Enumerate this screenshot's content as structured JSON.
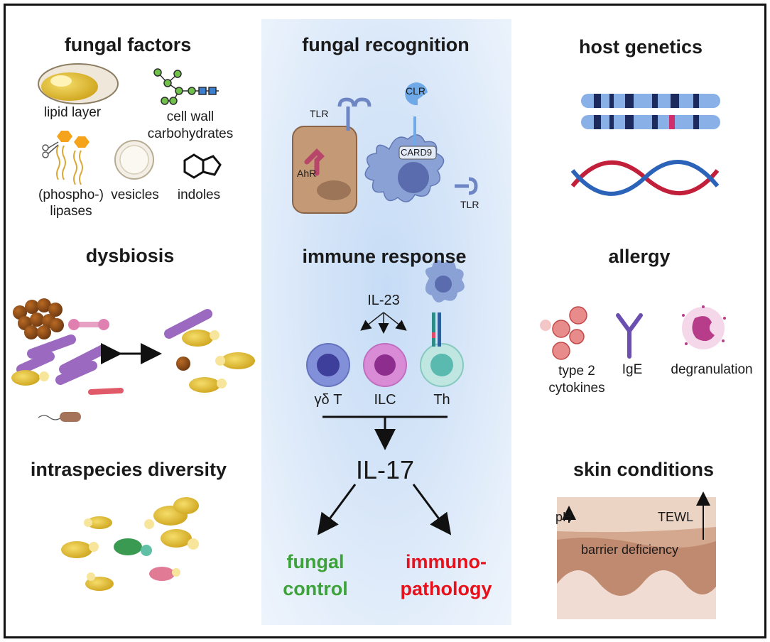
{
  "sections": {
    "fungal_factors": {
      "title": "fungal factors",
      "items": {
        "lipid_layer": "lipid layer",
        "cell_wall_1": "cell wall",
        "cell_wall_2": "carbohydrates",
        "lipases_1": "(phospho-)",
        "lipases_2": "lipases",
        "vesicles": "vesicles",
        "indoles": "indoles"
      }
    },
    "dysbiosis": {
      "title": "dysbiosis"
    },
    "intraspecies_diversity": {
      "title": "intraspecies diversity"
    },
    "fungal_recognition": {
      "title": "fungal recognition",
      "labels": {
        "tlr_left": "TLR",
        "clr": "CLR",
        "card9": "CARD9",
        "ahr": "AhR",
        "tlr_right": "TLR"
      }
    },
    "immune_response": {
      "title": "immune response",
      "il23": "IL-23",
      "cells": {
        "gd_t": "γδ T",
        "ilc": "ILC",
        "th": "Th"
      },
      "il17": "IL-17",
      "outcomes": {
        "fungal_control_1": "fungal",
        "fungal_control_2": "control",
        "immunopathology_1": "immuno-",
        "immunopathology_2": "pathology"
      }
    },
    "host_genetics": {
      "title": "host genetics"
    },
    "allergy": {
      "title": "allergy",
      "items": {
        "cytokines_1": "type 2",
        "cytokines_2": "cytokines",
        "ige": "IgE",
        "degranulation": "degranulation"
      }
    },
    "skin_conditions": {
      "title": "skin conditions",
      "labels": {
        "ph": "pH",
        "tewl": "TEWL",
        "barrier": "barrier deficiency"
      }
    }
  },
  "colors": {
    "fungal_control": "#3da23a",
    "immunopathology": "#e8101b",
    "center_panel": "#d7e6f8"
  }
}
